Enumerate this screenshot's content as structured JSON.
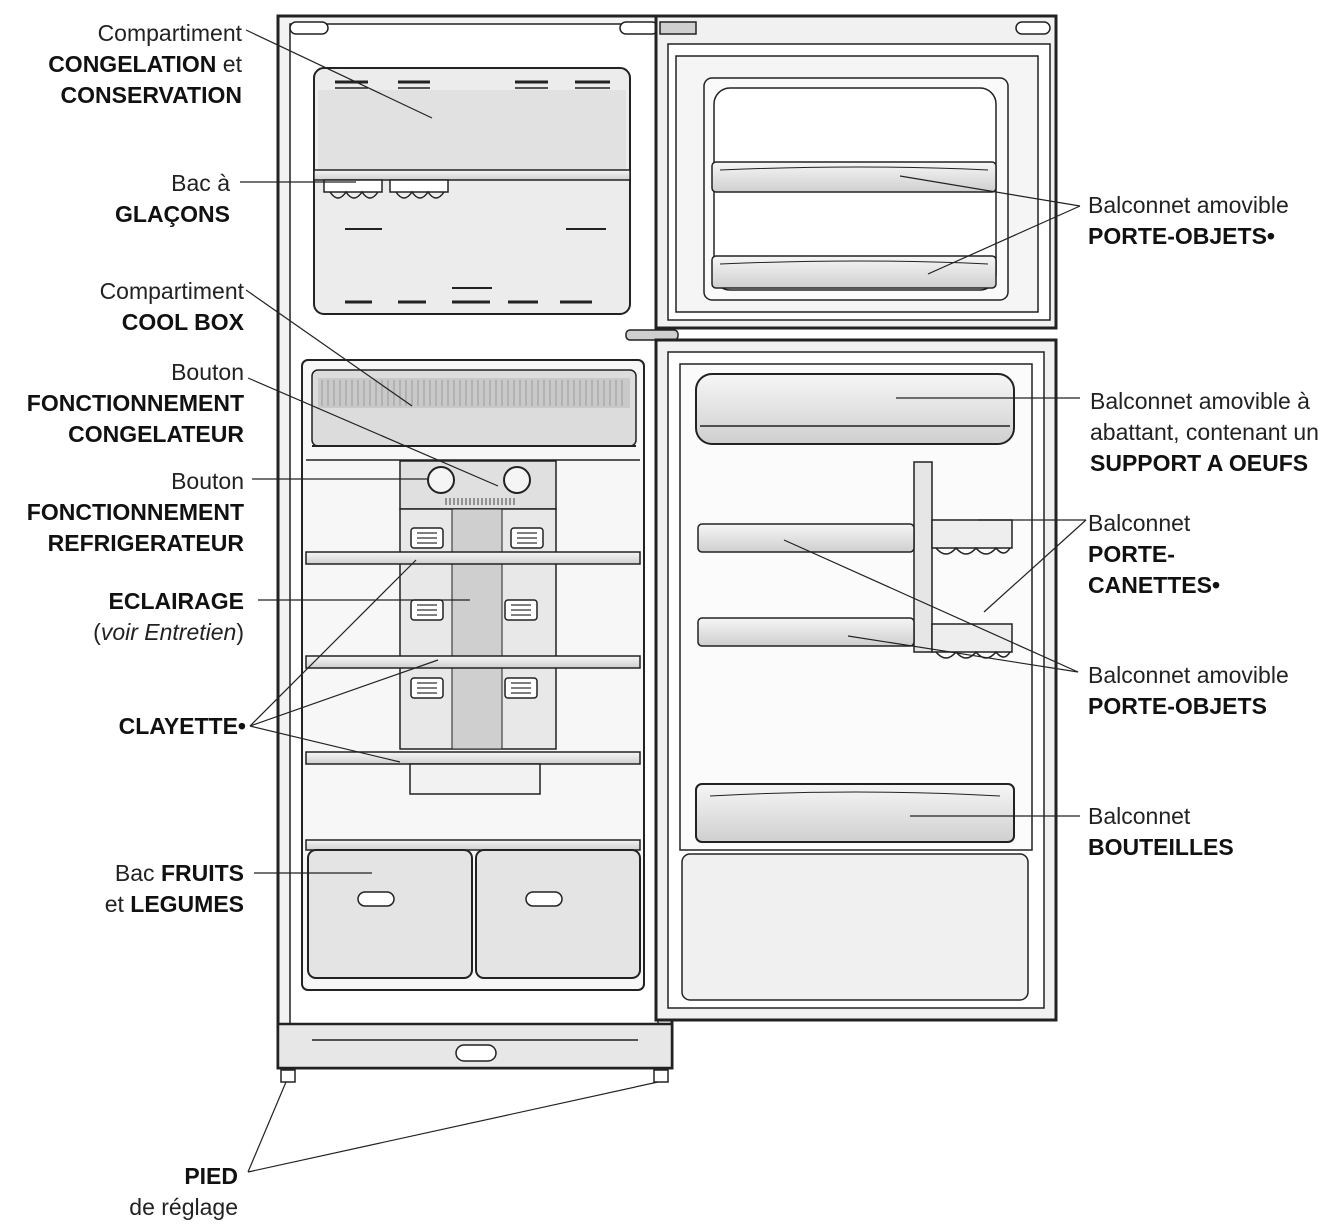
{
  "labels": {
    "freezer_compartment": {
      "line1": "Compartiment",
      "line2a": "CONGELATION",
      "line2b": " et",
      "line3": "CONSERVATION"
    },
    "ice_tray": {
      "line1": "Bac à",
      "line2": "GLAÇONS"
    },
    "cool_box": {
      "line1": "Compartiment",
      "line2": "COOL BOX"
    },
    "freezer_knob": {
      "line1": "Bouton",
      "line2": "FONCTIONNEMENT",
      "line3": "CONGELATEUR"
    },
    "fridge_knob": {
      "line1": "Bouton",
      "line2": "FONCTIONNEMENT",
      "line3": "REFRIGERATEUR"
    },
    "lighting": {
      "line1": "ECLAIRAGE",
      "line2_open": "(",
      "line2_italic": "voir Entretien",
      "line2_close": ")"
    },
    "shelf": {
      "line1": "CLAYETTE•"
    },
    "crisper": {
      "line1a": "Bac ",
      "line1b": "FRUITS",
      "line2a": "et ",
      "line2b": "LEGUMES"
    },
    "foot": {
      "line1": "PIED",
      "line2": "de réglage"
    },
    "freezer_door_balcony": {
      "line1": "Balconnet amovible",
      "line2": "PORTE-OBJETS•"
    },
    "egg_balcony": {
      "line1": "Balconnet amovible à",
      "line2": "abattant, contenant un",
      "line3": "SUPPORT A OEUFS"
    },
    "can_balcony": {
      "line1": "Balconnet",
      "line2": "PORTE-",
      "line3": "CANETTES•"
    },
    "door_balcony": {
      "line1": "Balconnet amovible",
      "line2": "PORTE-OBJETS"
    },
    "bottle_balcony": {
      "line1": "Balconnet",
      "line2": "BOUTEILLES"
    }
  },
  "colors": {
    "stroke": "#222222",
    "panel": "#e9e9e9",
    "panel_dark": "#d4d4d4",
    "door_inner": "#f4f4f4",
    "text": "#222222"
  }
}
